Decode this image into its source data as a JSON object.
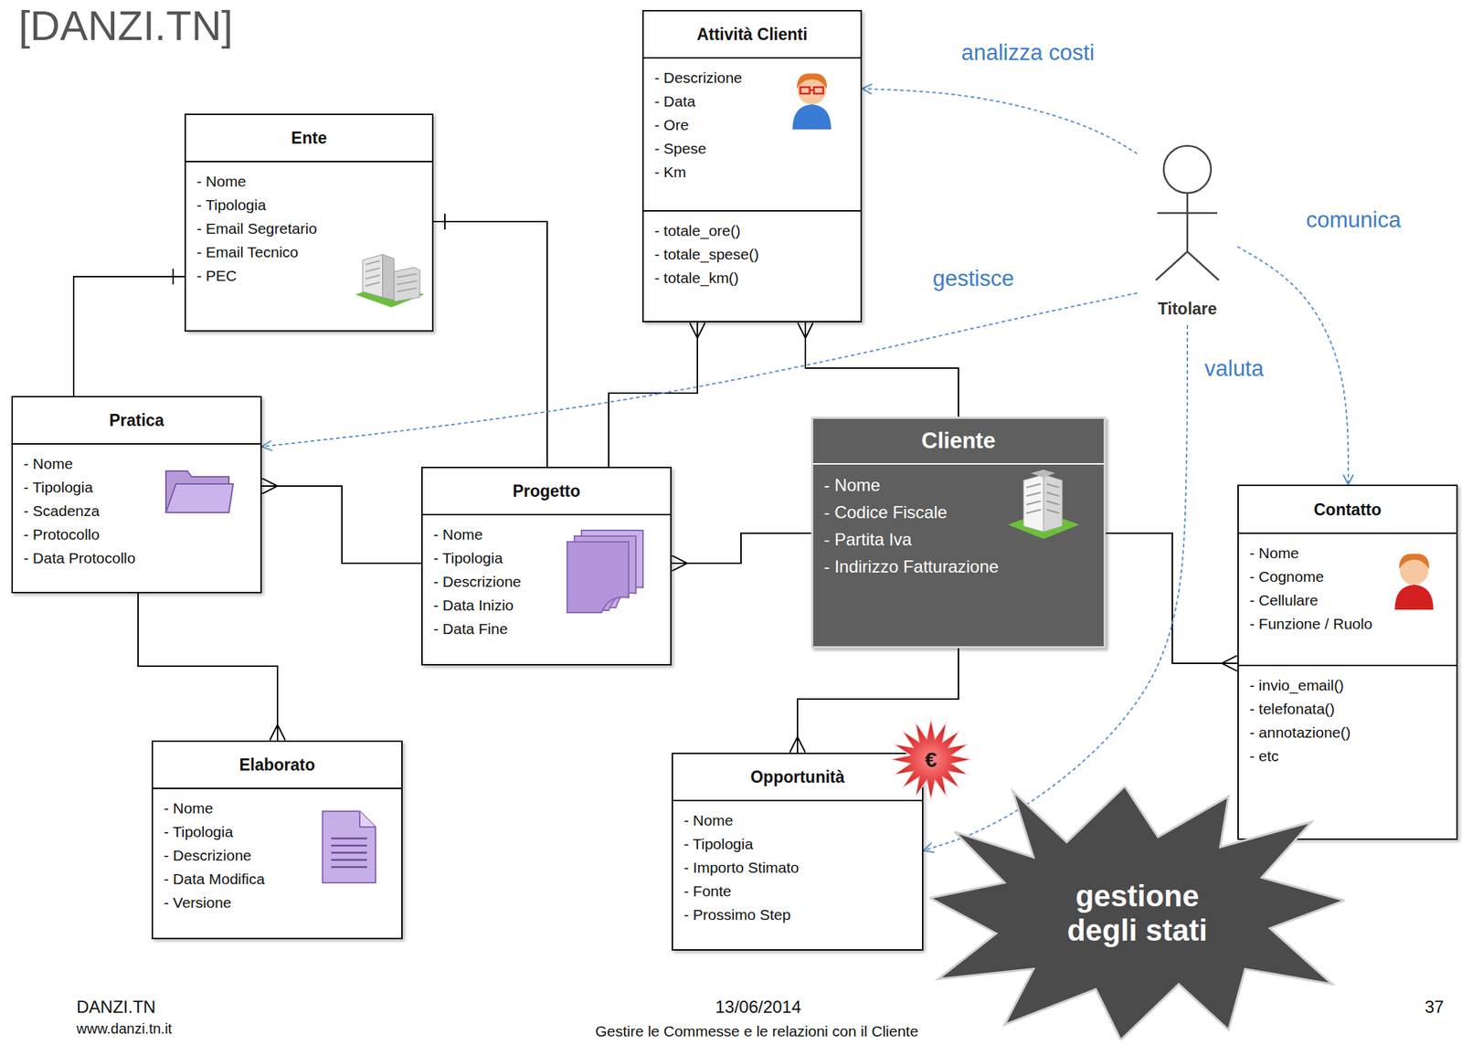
{
  "diagram": {
    "nodes": [
      {
        "text": [
          "Attività Clienti",
          "- Descrizione",
          "- Data",
          "- Ore",
          "- Spese",
          "- Km",
          "- totale_ore()",
          "- totale_spese()",
          "- totale_km()"
        ]
      },
      {
        "text": [
          "Ente",
          "- Nome",
          "- Tipologia",
          "- Email Segretario",
          "- Email Tecnico",
          "- PEC"
        ]
      },
      {
        "text": [
          "Titolare"
        ]
      },
      {
        "text": [
          "Pratica",
          "- Nome",
          "- Tipologia",
          "- Scadenza",
          "- Protocollo",
          "- Data Protocollo"
        ]
      },
      {
        "text": [
          "Progetto",
          "- Nome",
          "- Tipologia",
          "- Descrizione",
          "- Data Inizio",
          "- Data Fine"
        ]
      },
      {
        "text": [
          "Cliente",
          "- Nome",
          "- Codice Fiscale",
          "- Partita Iva",
          "- Indirizzo Fatturazione"
        ]
      },
      {
        "text": [
          "Contatto",
          "- Nome",
          "- Cognome",
          "- Cellulare",
          "- Funzione / Ruolo",
          "- invio_email()",
          "- telefonata()",
          "- annotazione()",
          "- etc"
        ]
      },
      {
        "text": [
          "Elaborato",
          "- Nome",
          "- Tipologia",
          "- Descrizione",
          "- Data Modifica",
          "- Versione"
        ]
      },
      {
        "text": [
          "Opportunità",
          "- Nome",
          "- Tipologia",
          "- Importo Stimato",
          "- Fonte",
          "- Prossimo Step"
        ]
      },
      {
        "text": [
          "€"
        ]
      },
      {
        "text": [
          "gestione degli stati"
        ]
      }
    ],
    "edges": [
      {
        "from": 3,
        "to": 1,
        "arrow": "to"
      },
      {
        "from": 4,
        "to": 1,
        "arrow": "to"
      },
      {
        "from": 4,
        "to": 3,
        "arrow": "to"
      },
      {
        "from": 4,
        "to": 0,
        "arrow": "to"
      },
      {
        "from": 5,
        "to": 0,
        "arrow": "to"
      },
      {
        "from": 5,
        "to": 4,
        "arrow": "to"
      },
      {
        "from": 5,
        "to": 6,
        "arrow": "to"
      },
      {
        "from": 5,
        "to": 8,
        "arrow": "to"
      },
      {
        "from": 3,
        "to": 7,
        "arrow": "to"
      },
      {
        "from": 2,
        "to": 0,
        "label": "analizza costi",
        "arrow": "to"
      },
      {
        "from": 2,
        "to": 3,
        "label": "gestisce",
        "arrow": "to"
      },
      {
        "from": 2,
        "to": 6,
        "label": "comunica",
        "arrow": "to"
      },
      {
        "from": 2,
        "to": 8,
        "label": "valuta",
        "arrow": "to"
      }
    ],
    "labels": [
      "[DANZI.TN]",
      "DANZI.TN",
      "www.danzi.tn.it",
      "13/06/2014",
      "Gestire le Commesse e le relazioni con il Cliente",
      "37"
    ]
  }
}
